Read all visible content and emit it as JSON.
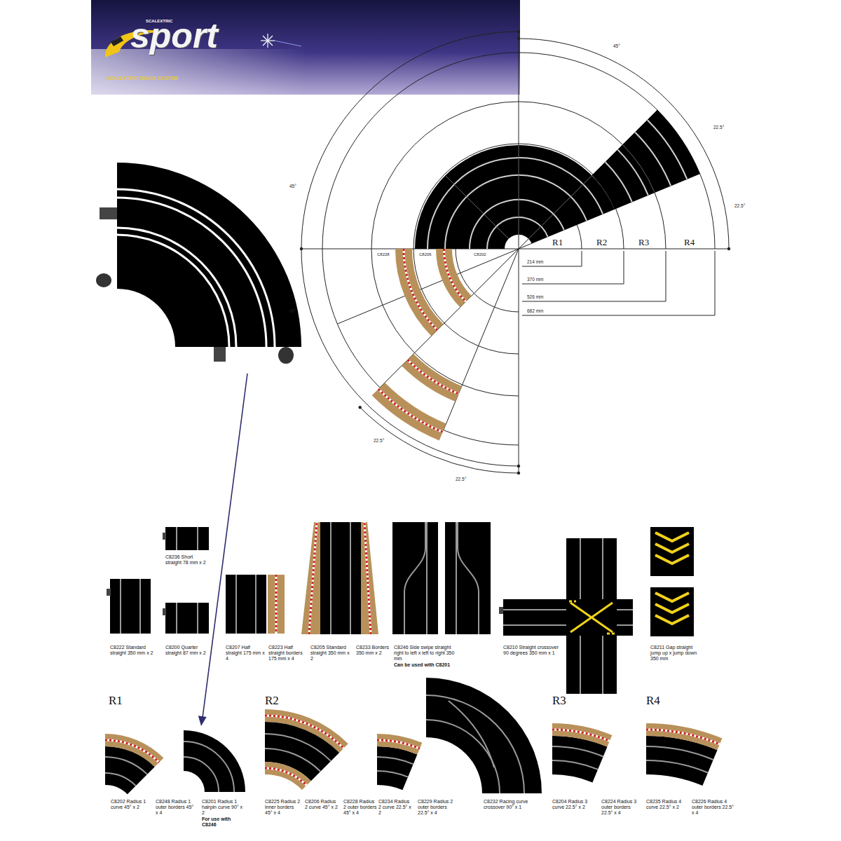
{
  "diagram": {
    "labels": [
      "SCALEXTRIC",
      "sport",
      "SCALEXTRIC TRACK SYSTEM",
      "R1",
      "R2",
      "R3",
      "R4",
      "214 mm",
      "370 mm",
      "526 mm",
      "682 mm",
      "22.5°",
      "22.5°",
      "45°",
      "45°",
      "45°",
      "22.5°",
      "22.5°",
      "C8202",
      "C8206",
      "C8228",
      "C8222 Standard straight 350 mm x 2",
      "C8236 Short straight 78 mm x 2",
      "C8200 Quarter straight 87 mm x 2",
      "C8207 Half straight 175 mm x 4",
      "C8223 Half straight borders 175 mm x 4",
      "C8205 Standard straight 350 mm x 2",
      "C8233 Borders 350 mm x 2",
      "C8246 Side swipe straight right to left x left to right 350 mm",
      "Can be used with C8201",
      "C8210 Straight crossover 90 degrees 350 mm x 1",
      "C8211 Gap straight jump up x jump down 350 mm",
      "R1",
      "R2",
      "R3",
      "R4",
      "C8202 Radius 1 curve 45° x 2",
      "C8248 Radius 1 outer borders 45° x 4",
      "C8201 Radius 1 hairpin curve 90° x 2",
      "For use with C8246",
      "C8225 Radius 2 inner borders 45° x 4",
      "C8206 Radius 2 curve 45° x 2",
      "C8228 Radius 2 outer borders 45° x 4",
      "C8234 Radius 2 curve 22.5° x 2",
      "C8229 Radius 2 outer borders 22.5° x 4",
      "C8232 Racing curve crossover 90° x 1",
      "C8204 Radius 3 curve 22.5° x 2",
      "C8224 Radius 3 outer borders 22.5° x 4",
      "C8235 Radius 4 curve 22.5° x 2",
      "C8226 Radius 4 outer borders 22.5° x 4"
    ]
  }
}
